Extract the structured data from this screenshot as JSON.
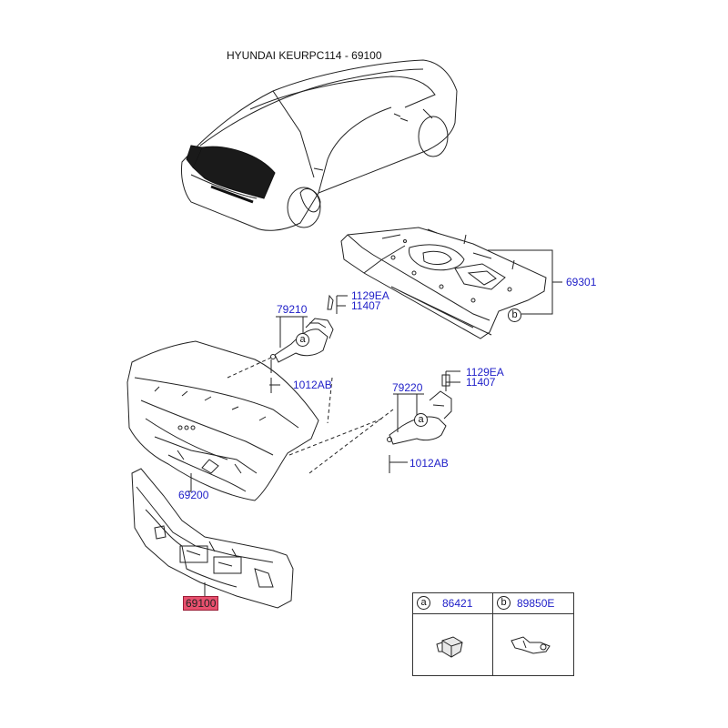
{
  "title": "HYUNDAI KEURPC114 - 69100",
  "parts": {
    "p69301": "69301",
    "p79210": "79210",
    "p1129ea_1": "1129EA",
    "p11407_1": "11407",
    "p1012ab_1": "1012AB",
    "p79220": "79220",
    "p1129ea_2": "1129EA",
    "p11407_2": "11407",
    "p1012ab_2": "1012AB",
    "p69200": "69200",
    "p69100": "69100"
  },
  "callouts": {
    "a": "a",
    "b": "b"
  },
  "legend": {
    "a_letter": "a",
    "a_code": "86421",
    "b_letter": "b",
    "b_code": "89850E"
  },
  "colors": {
    "label": "#1e1ec8",
    "highlight": "#e8506e",
    "line": "#222222"
  }
}
